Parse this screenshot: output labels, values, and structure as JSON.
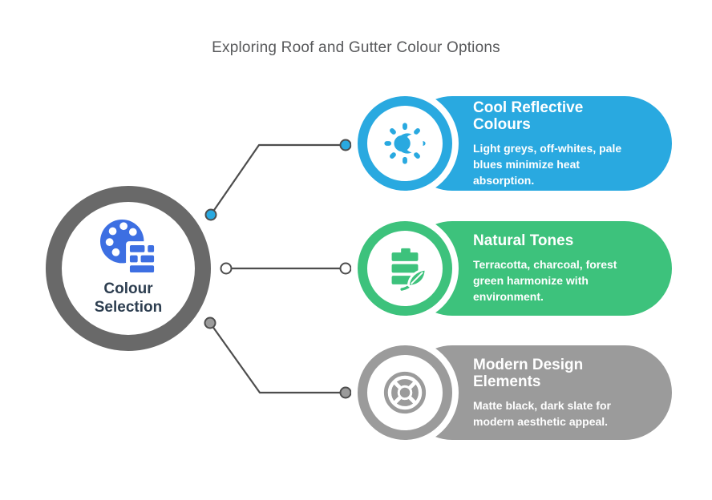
{
  "page": {
    "title": "Exploring Roof and Gutter Colour Options"
  },
  "center": {
    "label": "Colour Selection",
    "icon": "palette-icon"
  },
  "cards": [
    {
      "title": "Cool Reflective Colours",
      "description": "Light greys, off-whites, pale blues minimize heat absorption.",
      "color": "#29a9e0",
      "icon": "sun-icon"
    },
    {
      "title": "Natural Tones",
      "description": "Terracotta, charcoal, forest green harmonize with environment.",
      "color": "#3dc27c",
      "icon": "plant-stack-leaf-icon"
    },
    {
      "title": "Modern Design Elements",
      "description": "Matte black, dark slate for modern aesthetic appeal.",
      "color": "#9b9b9b",
      "icon": "wheel-icon"
    }
  ],
  "connectors": [
    {
      "dot_fill": "#29a9e0"
    },
    {
      "dot_fill": "#ffffff"
    },
    {
      "dot_fill": "#9b9b9b"
    }
  ],
  "palette": {
    "background": "#ffffff",
    "title_text": "#58595b",
    "card_text": "#ffffff",
    "center_ring": "#696969",
    "center_label_text": "#2d3e50",
    "center_icon_blue": "#3d6fe2",
    "connector_line": "#4d4d4d"
  }
}
